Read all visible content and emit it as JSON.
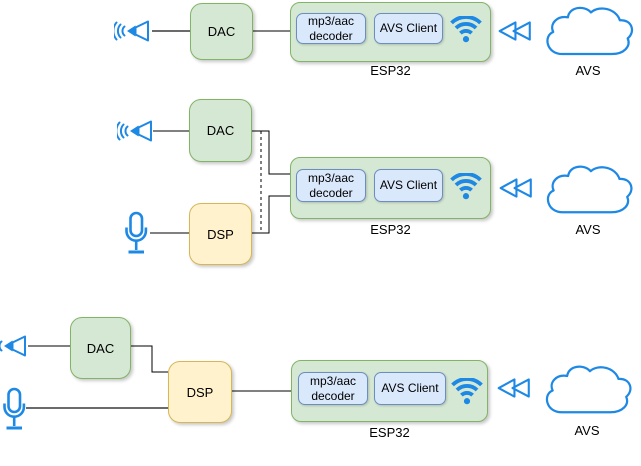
{
  "colors": {
    "green_fill": "#d5e8d4",
    "green_stroke": "#82b366",
    "blue_fill": "#dae8fc",
    "blue_stroke": "#6c8ebf",
    "yellow_fill": "#fff2cc",
    "yellow_stroke": "#d6b656",
    "icon_blue": "#1e88e5",
    "connector": "#000000"
  },
  "rows": [
    {
      "dac": "DAC",
      "decoder": "mp3/aac decoder",
      "avs_client": "AVS Client",
      "chip": "ESP32",
      "cloud": "AVS"
    },
    {
      "dac": "DAC",
      "dsp": "DSP",
      "decoder": "mp3/aac decoder",
      "avs_client": "AVS Client",
      "chip": "ESP32",
      "cloud": "AVS"
    },
    {
      "dac": "DAC",
      "dsp": "DSP",
      "decoder": "mp3/aac decoder",
      "avs_client": "AVS Client",
      "chip": "ESP32",
      "cloud": "AVS"
    }
  ]
}
